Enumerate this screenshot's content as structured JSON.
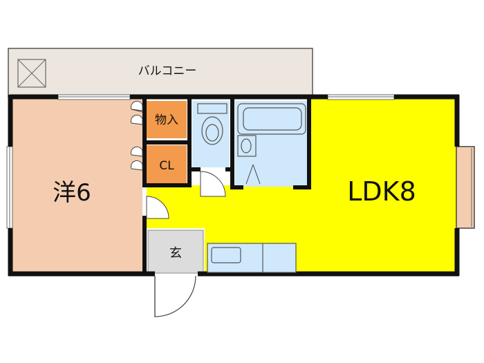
{
  "rooms": {
    "balcony": "バルコニー",
    "western_room": "洋6",
    "storage": "物入",
    "closet": "CL",
    "ldk": "LDK8",
    "entrance": "玄"
  },
  "colors": {
    "western_room": "#f4cdb0",
    "ldk": "#ffff00",
    "storage": "#f39a4c",
    "balcony": "#ece6df",
    "fixtures": "#cfe8fb",
    "entrance": "#dcdcdc",
    "wall": "#111111"
  }
}
